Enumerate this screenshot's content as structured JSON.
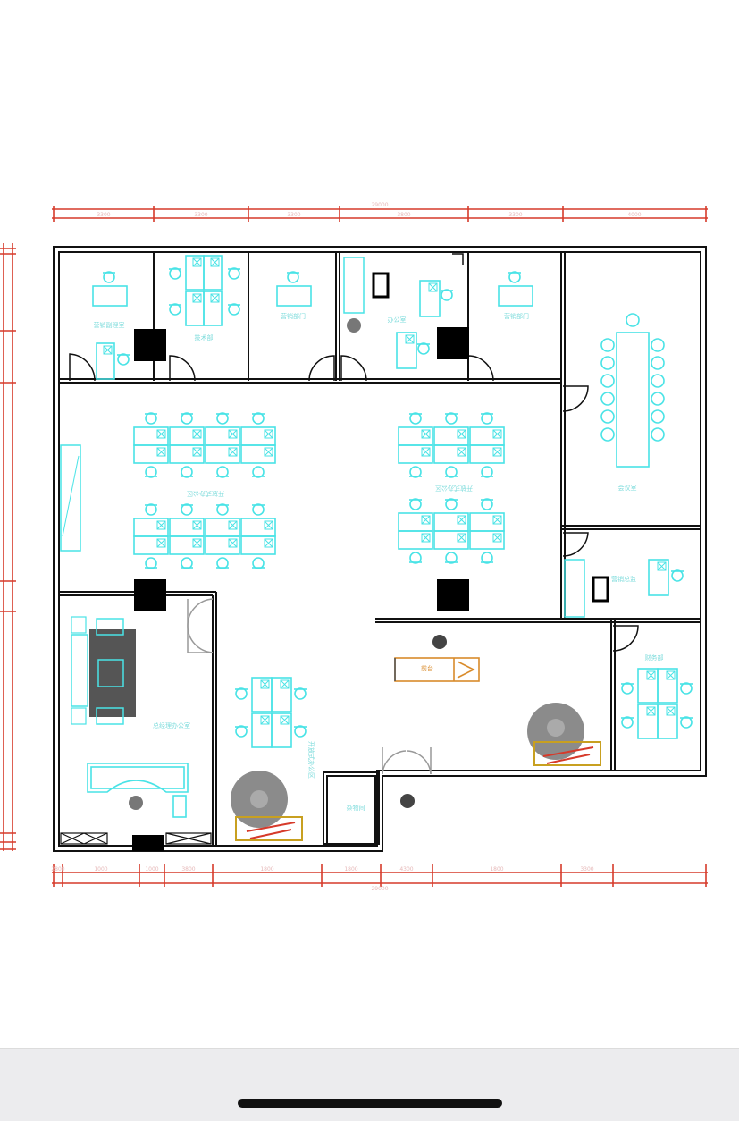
{
  "colors": {
    "wall": "#111111",
    "furniture": "#49e3e6",
    "dimension": "#d63a2a",
    "column": "#000000",
    "sofa": "#c8a020",
    "reception": "#d98b2b",
    "rug": "#666666"
  },
  "dimensions": {
    "top_total": "29000",
    "top_segments": [
      "3300",
      "3300",
      "3300",
      "3800",
      "3300",
      "4000"
    ],
    "bottom_total": "29000",
    "bottom_segments": [
      "2800",
      "1000",
      "1000",
      "3800",
      "1800",
      "1800",
      "4300",
      "1800",
      "3300"
    ]
  },
  "rooms": {
    "r1": "营销副理室",
    "r2": "技术部",
    "r3": "营销部门",
    "r4": "办公室",
    "r5": "营销部门",
    "meeting": "会议室",
    "r7": "营销总监",
    "r8": "财务部",
    "ceo": "总经理办公室",
    "open_left": "开放式办公区",
    "open_right": "开放式办公区",
    "open_bottom": "开放式办公区",
    "reception": "前台",
    "storage": "杂物间"
  },
  "icons": {
    "plant": "plant-icon",
    "chair": "chair-icon",
    "door": "door-swing-icon",
    "column": "structural-column-icon"
  }
}
